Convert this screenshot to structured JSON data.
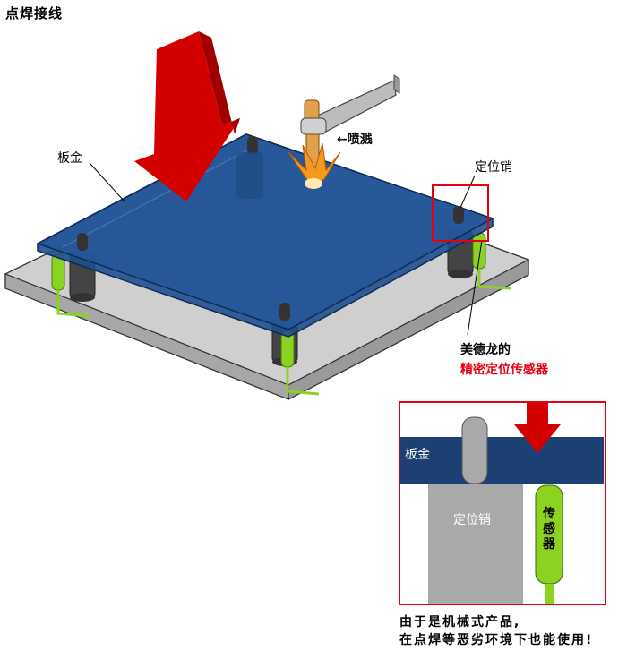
{
  "title": "点焊接线",
  "labels": {
    "sheet_metal": "板金",
    "spatter": "←喷溅",
    "locating_pin": "定位销",
    "brand": "美德龙的",
    "product": "精密定位传感器"
  },
  "detail": {
    "sheet_metal": "板金",
    "locating_pin": "定位销",
    "sensor": "传感器"
  },
  "caption": {
    "line1": "由于是机械式产品,",
    "line2": "在点焊等恶劣环境下也能使用!"
  },
  "colors": {
    "plate_blue": "#1f4f8f",
    "arrow_red": "#d40000",
    "sensor_green": "#8cd321",
    "base_gray": "#bdbdbd",
    "highlight_red": "#e60012"
  }
}
